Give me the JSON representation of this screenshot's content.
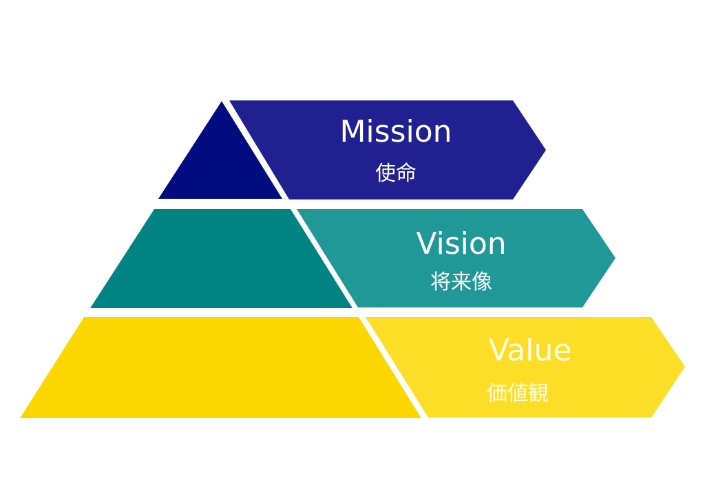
{
  "tiers": [
    {
      "id": "mission",
      "title": "Mission",
      "subtitle": "使命",
      "triangle_color": "#000c80",
      "arrow_color": "#202090"
    },
    {
      "id": "vision",
      "title": "Vision",
      "subtitle": "将来像",
      "triangle_color": "#028484",
      "arrow_color": "#209898"
    },
    {
      "id": "value",
      "title": "Value",
      "subtitle": "価値観",
      "triangle_color": "#fcd600",
      "arrow_color": "#fbde25"
    }
  ]
}
